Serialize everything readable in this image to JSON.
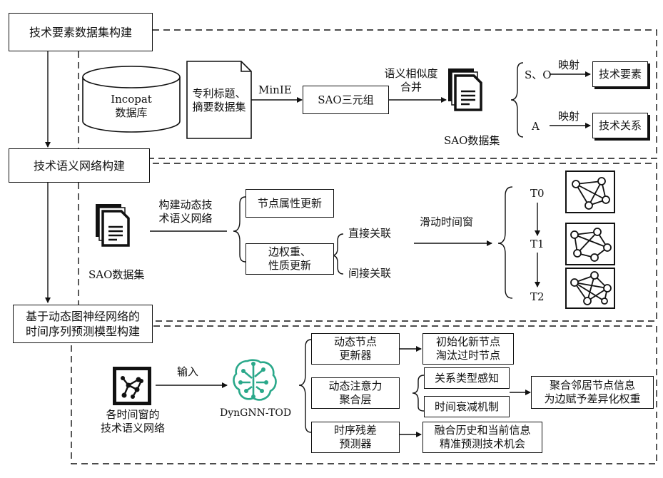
{
  "stages": {
    "stage1": "技术要素数据集构建",
    "stage2": "技术语义网络构建",
    "stage3_line1": "基于动态图神经网络的",
    "stage3_line2": "时间序列预测模型构建"
  },
  "section1": {
    "db_line1": "Incopat",
    "db_line2": "数据库",
    "doc_line1": "专利标题、",
    "doc_line2": "摘要数据集",
    "minie": "MinIE",
    "sao_triple": "SAO三元组",
    "similarity_line1": "语义相似度",
    "similarity_line2": "合并",
    "sao_dataset": "SAO数据集",
    "so": "S、O",
    "a": "A",
    "map1": "映射",
    "map2": "映射",
    "tech_element": "技术要素",
    "tech_relation": "技术关系"
  },
  "section2": {
    "sao_dataset": "SAO数据集",
    "build_line1": "构建动态技",
    "build_line2": "术语义网络",
    "node_update": "节点属性更新",
    "edge_line1": "边权重、",
    "edge_line2": "性质更新",
    "direct": "直接关联",
    "indirect": "间接关联",
    "sliding": "滑动时间窗",
    "t0": "T0",
    "t1": "T1",
    "t2": "T2"
  },
  "section3": {
    "input_line1": "各时间窗的",
    "input_line2": "技术语义网络",
    "input_arrow": "输入",
    "model": "DynGNN-TOD",
    "node_updater_line1": "动态节点",
    "node_updater_line2": "更新器",
    "init_line1": "初始化新节点",
    "init_line2": "淘汰过时节点",
    "attention_line1": "动态注意力",
    "attention_line2": "聚合层",
    "relation_aware": "关系类型感知",
    "time_decay": "时间衰减机制",
    "aggregate_line1": "聚合邻居节点信息",
    "aggregate_line2": "为边赋予差异化权重",
    "residual_line1": "时序残差",
    "residual_line2": "预测器",
    "fuse_line1": "融合历史和当前信息",
    "fuse_line2": "精准预测技术机会"
  },
  "colors": {
    "ink": "#111111",
    "model_green": "#2aa88a"
  }
}
